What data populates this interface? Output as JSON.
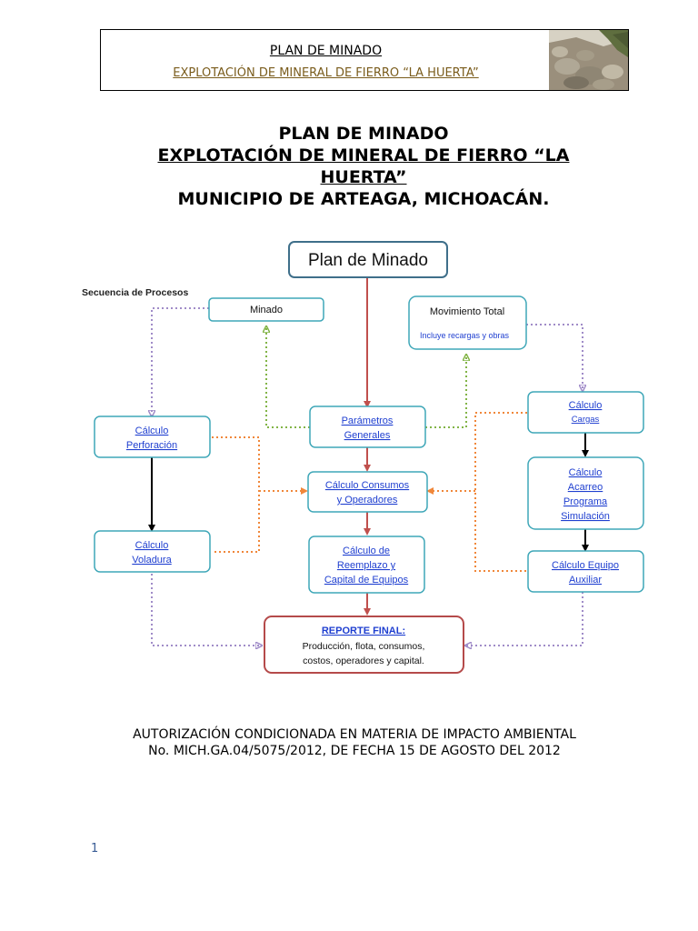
{
  "header": {
    "title": "PLAN DE MINADO",
    "subtitle": "EXPLOTACIÓN DE MINERAL DE FIERRO “LA HUERTA”"
  },
  "title": {
    "line1": "PLAN DE MINADO",
    "line2": "EXPLOTACIÓN DE MINERAL DE FIERRO “LA ",
    "line3": "HUERTA”",
    "line4": "MUNICIPIO DE ARTEAGA, MICHOACÁN."
  },
  "diagram": {
    "main": "Plan de Minado",
    "sequence_label": "Secuencia de Procesos",
    "minado": "Minado",
    "movimiento_total": "Movimiento Total",
    "movimiento_sub": "Incluye recargas y obras",
    "parametros_1": "Parámetros",
    "parametros_2": "Generales",
    "perforacion_1": "Cálculo",
    "perforacion_2": "Perforación",
    "voladura_1": "Cálculo",
    "voladura_2": "Voladura",
    "consumos_1": "Cálculo  Consumos",
    "consumos_2": "y Operadores",
    "reemplazo_1": "Cálculo de",
    "reemplazo_2": "Reemplazo y",
    "reemplazo_3": "Capital de Equipos",
    "cargas_1": "Cálculo",
    "cargas_2": "Cargas",
    "acarreo_1": "Cálculo",
    "acarreo_2": "Acarreo",
    "acarreo_3": "Programa",
    "acarreo_4": "Simulación",
    "auxiliar_1": "Cálculo  Equipo",
    "auxiliar_2": "Auxiliar",
    "reporte_title": "REPORTE FINAL:",
    "reporte_1": "Producción,  flota, consumos,",
    "reporte_2": "costos, operadores y capital."
  },
  "footer": {
    "line1": "AUTORIZACIÓN CONDICIONADA EN MATERIA DE IMPACTO AMBIENTAL",
    "line2": "No. MICH.GA.04/5075/2012, DE FECHA 15 DE AGOSTO DEL 2012"
  },
  "page_number": "1",
  "colors": {
    "box_border": "#3fa7b8",
    "main_border": "#3f6f8a",
    "report_border": "#b54a4a",
    "red_arrow": "#c0504d",
    "orange_arrow": "#f0873a",
    "green_arrow": "#82b446",
    "purple_arrow": "#a08cc8",
    "link_blue": "#1f3fd0"
  }
}
